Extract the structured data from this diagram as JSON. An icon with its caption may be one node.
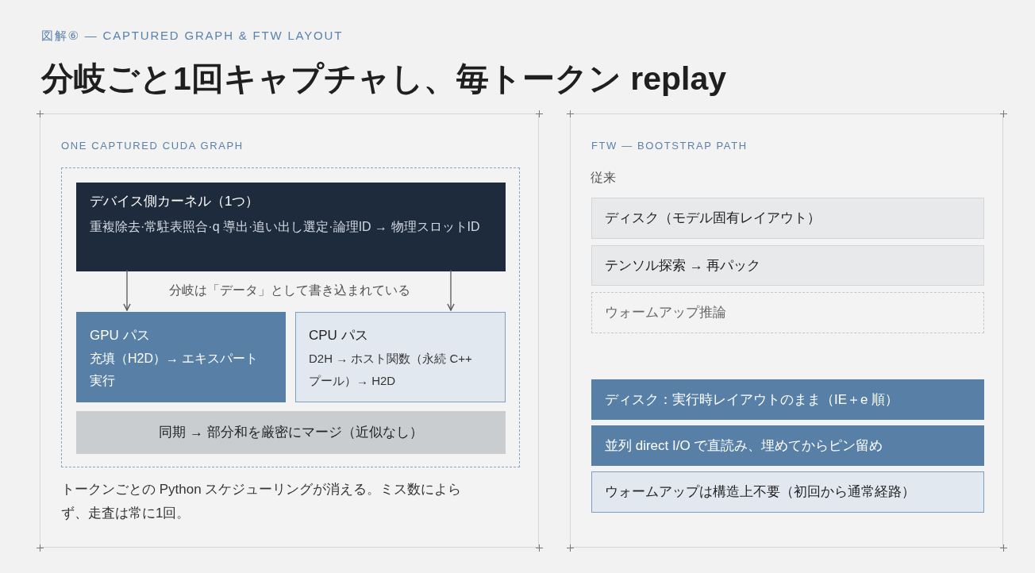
{
  "diagram": {
    "title": "分岐ごと1回キャプチャし、毎トークン replay",
    "nodes": [
      {
        "text": [
          "ONE CAPTURED CUDA GRAPH",
          "トークンごとの Python スケジューリングが消える。ミス数によらず、走査は常に1回。"
        ]
      },
      {
        "text": [],
        "shape": "box",
        "in": 0
      },
      {
        "text": [
          "デバイス側カーネル（1つ）",
          "重複除去·常駐表照合·q 導出·追い出し選定·論理ID → 物理スロットID"
        ],
        "in": 1
      },
      {
        "text": [
          "GPU パス",
          "充填（H2D）→ エキスパート実行"
        ],
        "in": 1
      },
      {
        "text": [
          "CPU パス",
          "D2H → ホスト関数（永続 C++ プール）→ H2D"
        ],
        "in": 1
      },
      {
        "text": [
          "同期 → 部分和を厳密にマージ（近似なし）"
        ],
        "in": 1
      },
      {
        "text": [
          "FTW — BOOTSTRAP PATH"
        ]
      },
      {
        "text": [
          "ディスク（モデル固有レイアウト）"
        ],
        "in": 6
      },
      {
        "text": [
          "テンソル探索 → 再パック"
        ],
        "in": 6
      },
      {
        "text": [
          "ウォームアップ推論"
        ],
        "in": 6
      },
      {
        "text": [
          "ディスク：実行時レイアウトのまま（IE＋e 順）"
        ],
        "in": 6
      },
      {
        "text": [
          "並列 direct I/O で直読み、埋めてからピン留め"
        ],
        "in": 6
      },
      {
        "text": [
          "ウォームアップは構造上不要（初回から通常経路）"
        ],
        "in": 6
      }
    ],
    "edges": [
      {
        "from": 2,
        "to": 3,
        "arrow": "to"
      },
      {
        "from": 2,
        "to": 4,
        "arrow": "to"
      }
    ],
    "labels": [
      "図解⑥ — CAPTURED GRAPH & FTW LAYOUT",
      "分岐は「データ」として書き込まれている",
      "従来"
    ]
  }
}
